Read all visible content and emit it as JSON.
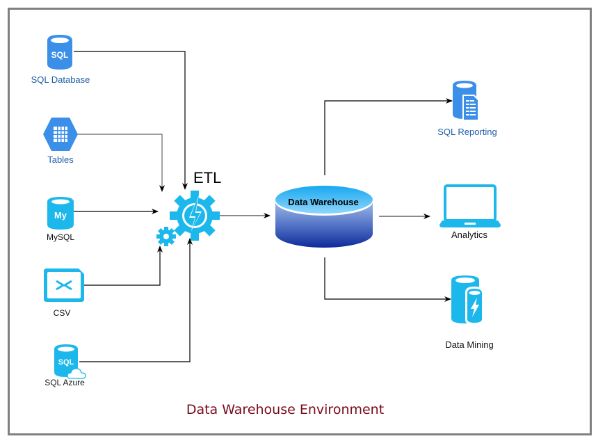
{
  "title": "Data Warehouse Environment",
  "sources": [
    {
      "id": "sql-database",
      "label": "SQL Database",
      "icon": "sql-database-icon",
      "badge": "SQL"
    },
    {
      "id": "tables",
      "label": "Tables",
      "icon": "table-grid-hexagon-icon"
    },
    {
      "id": "mysql",
      "label": "MySQL",
      "icon": "mysql-database-icon",
      "badge": "My"
    },
    {
      "id": "csv",
      "label": "CSV",
      "icon": "csv-file-icon",
      "badge": "><"
    },
    {
      "id": "sql-azure",
      "label": "SQL Azure",
      "icon": "sql-azure-cloud-icon",
      "badge": "SQL"
    }
  ],
  "process": {
    "label": "ETL",
    "icon": "gear-lightning-icon"
  },
  "warehouse": {
    "label": "Data Warehouse",
    "icon": "cylinder-icon"
  },
  "outputs": [
    {
      "id": "sql-reporting",
      "label": "SQL Reporting",
      "icon": "sql-reporting-icon"
    },
    {
      "id": "analytics",
      "label": "Analytics",
      "icon": "laptop-icon"
    },
    {
      "id": "data-mining",
      "label": "Data Mining",
      "icon": "data-mining-icon"
    }
  ],
  "edges": [
    {
      "from": "sql-database",
      "to": "etl"
    },
    {
      "from": "tables",
      "to": "etl"
    },
    {
      "from": "mysql",
      "to": "etl"
    },
    {
      "from": "csv",
      "to": "etl"
    },
    {
      "from": "sql-azure",
      "to": "etl"
    },
    {
      "from": "etl",
      "to": "data-warehouse"
    },
    {
      "from": "data-warehouse",
      "to": "sql-reporting"
    },
    {
      "from": "data-warehouse",
      "to": "analytics"
    },
    {
      "from": "data-warehouse",
      "to": "data-mining"
    }
  ],
  "colors": {
    "sql_blue": "#3b8fe8",
    "cyan": "#1cb8ec",
    "caption": "#7a0a1c",
    "frame": "#808080"
  }
}
